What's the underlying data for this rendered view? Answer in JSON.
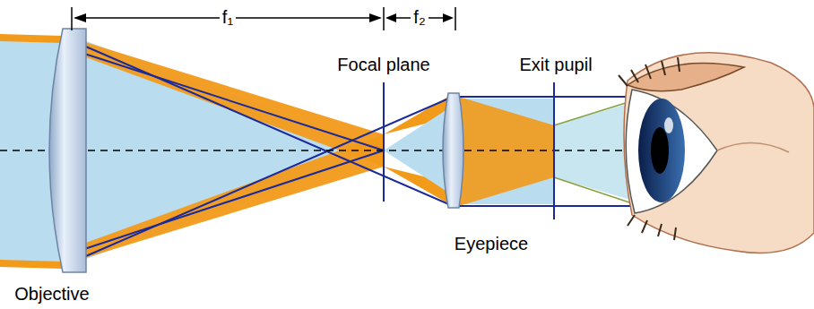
{
  "diagram": {
    "labels": [
      "f₁",
      "f₂",
      "Focal plane",
      "Exit pupil",
      "Eyepiece",
      "Objective"
    ]
  }
}
